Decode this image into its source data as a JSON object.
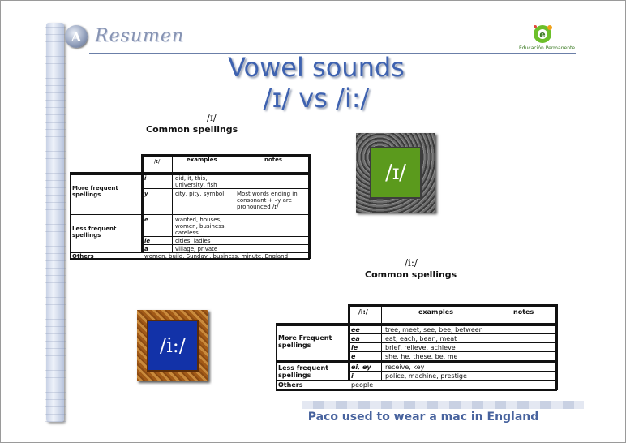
{
  "header": {
    "brand": "Resumen",
    "edu_logo_text": "Educación Permanente"
  },
  "title": {
    "line1": "Vowel sounds",
    "line2": "/ɪ/ vs /i:/"
  },
  "section1": {
    "symbol": "/ɪ/",
    "heading": "Common spellings",
    "table": {
      "headers": [
        "/ɪ/",
        "examples",
        "notes"
      ],
      "groups": [
        {
          "label": "More frequent spellings",
          "rows": [
            {
              "spelling": "i",
              "examples": "did, it, this, university, fish",
              "notes": ""
            },
            {
              "spelling": "y",
              "examples": "city, pity, symbol",
              "notes": "Most words ending in consonant + –y are pronounced /ɪ/"
            }
          ]
        },
        {
          "label": "Less frequent spellings",
          "rows": [
            {
              "spelling": "e",
              "examples": "wanted, houses, women, business, careless",
              "notes": ""
            },
            {
              "spelling": "ie",
              "examples": "cities, ladies",
              "notes": ""
            },
            {
              "spelling": "a",
              "examples": "village, private",
              "notes": ""
            }
          ]
        }
      ],
      "others_label": "Others",
      "others_value": "women, build, Sunday , business, minute, England"
    },
    "tile_text": "/ɪ/"
  },
  "section2": {
    "symbol": "/i:/",
    "heading": "Common spellings",
    "table": {
      "headers": [
        "/i:/",
        "examples",
        "notes"
      ],
      "groups": [
        {
          "label": "More Frequent spellings",
          "rows": [
            {
              "spelling": "ee",
              "examples": "tree, meet, see, bee, between",
              "notes": ""
            },
            {
              "spelling": "ea",
              "examples": "eat, each, bean, meat",
              "notes": ""
            },
            {
              "spelling": "ie",
              "examples": "brief, relieve, achieve",
              "notes": ""
            },
            {
              "spelling": "e",
              "examples": "she, he, these, be, me",
              "notes": ""
            }
          ]
        },
        {
          "label": "Less frequent spellings",
          "rows": [
            {
              "spelling": "ei, ey",
              "examples": "receive, key",
              "notes": ""
            },
            {
              "spelling": "i",
              "examples": "police, machine, prestige",
              "notes": ""
            }
          ]
        }
      ],
      "others_label": "Others",
      "others_value": "people"
    },
    "tile_text": "/i:/"
  },
  "footer": "Paco used to wear a mac in England"
}
